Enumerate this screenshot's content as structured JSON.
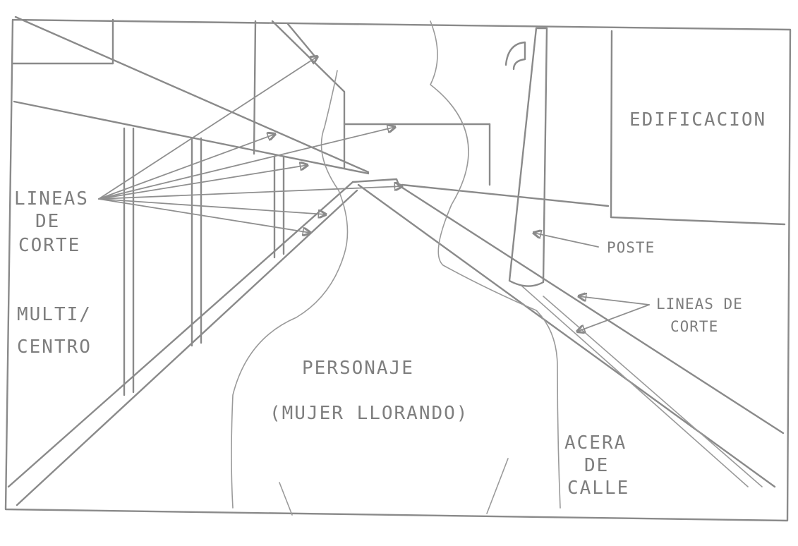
{
  "labels": {
    "lineas_de_corte_left": [
      "LINEAS",
      "DE",
      "CORTE"
    ],
    "multicentro": [
      "MULTI/",
      "CENTRO"
    ],
    "edificacion": "EDIFICACION",
    "poste": "POSTE",
    "lineas_de_corte_right": [
      "LINEAS DE",
      "CORTE"
    ],
    "personaje": [
      "PERSONAJE",
      "(MUJER LLORANDO)"
    ],
    "acera_de_calle": [
      "ACERA",
      "DE",
      "CALLE"
    ]
  }
}
